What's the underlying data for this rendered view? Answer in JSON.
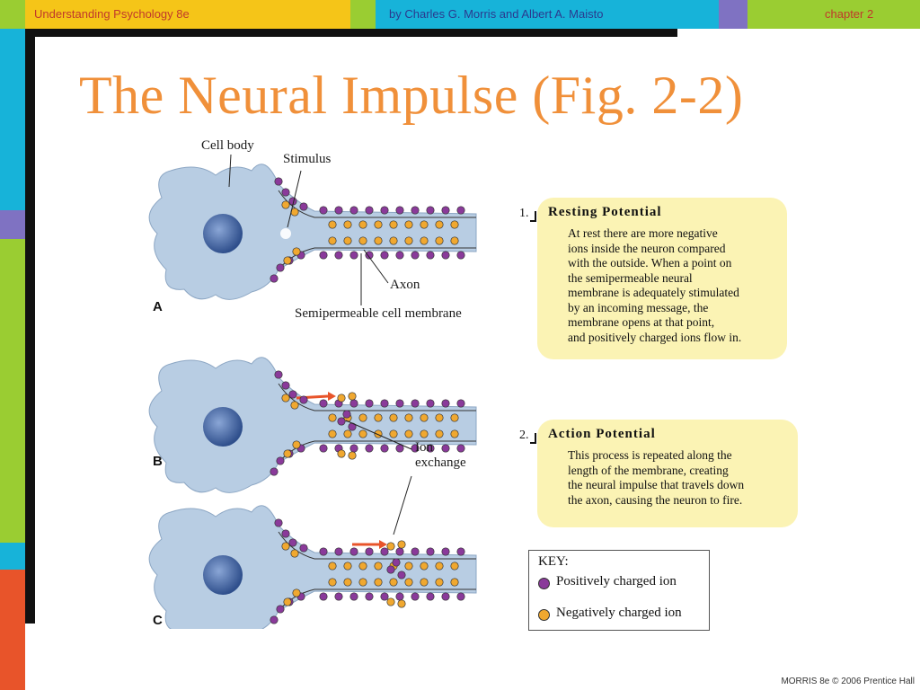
{
  "header": {
    "book_title": "Understanding Psychology",
    "edition": "8e",
    "authors": "by Charles G. Morris and Albert A. Maisto",
    "chapter": "chapter 2"
  },
  "colors": {
    "header_yellow": "#f5c518",
    "header_green": "#9acd32",
    "header_cyan": "#17b3d9",
    "header_purple": "#7f72c2",
    "title_orange": "#f0903a",
    "cell_blue": "#b8cde3",
    "nucleus_blue": "#4a6fa8",
    "positive_ion": "#8a3a9a",
    "negative_ion": "#f0a830",
    "callout_bg": "#fbf3b4"
  },
  "title": "The Neural Impulse (Fig. 2-2)",
  "figure": {
    "labels": {
      "cell_body": "Cell body",
      "stimulus": "Stimulus",
      "axon": "Axon",
      "membrane": "Semipermeable cell membrane",
      "ion_exchange_1": "Ion",
      "ion_exchange_2": "exchange"
    },
    "panels": [
      "A",
      "B",
      "C"
    ]
  },
  "callouts": [
    {
      "number": "1.",
      "heading": "Resting Potential",
      "lines": [
        "At rest there are more negative",
        "ions inside the neuron compared",
        "with the outside. When a point on",
        "the semipermeable neural",
        "membrane is adequately stimulated",
        "by an incoming message, the",
        "membrane opens at that point,",
        "and positively charged ions flow in."
      ]
    },
    {
      "number": "2.",
      "heading": "Action Potential",
      "lines": [
        "This process is repeated along the",
        "length of the membrane, creating",
        "the neural impulse that travels down",
        "the axon, causing the neuron to fire."
      ]
    }
  ],
  "key": {
    "title": "KEY:",
    "positive": "Positively charged ion",
    "negative": "Negatively charged ion"
  },
  "footer": "MORRIS 8e © 2006 Prentice Hall"
}
